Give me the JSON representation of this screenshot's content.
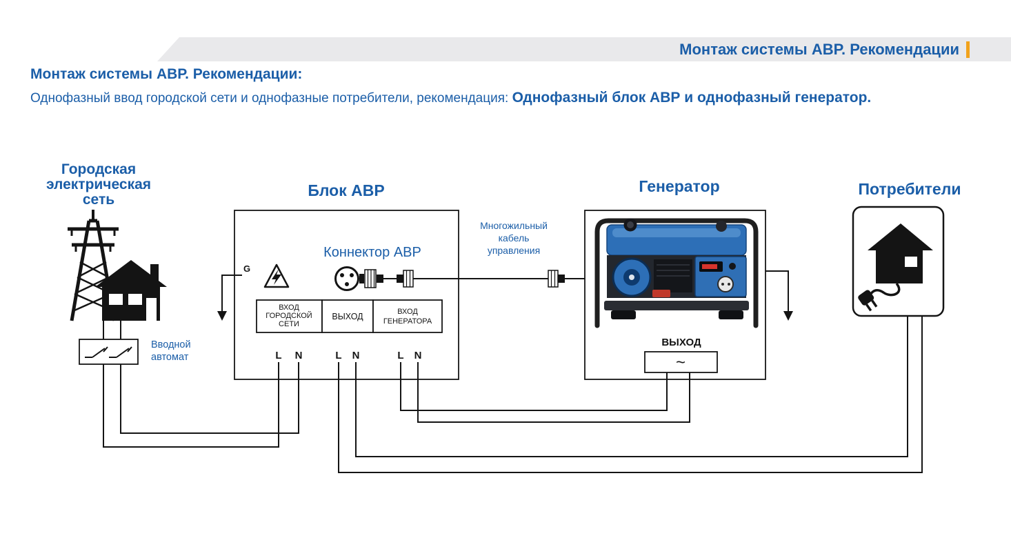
{
  "colors": {
    "brand_blue": "#1b5ea8",
    "accent_orange": "#f2a21b",
    "ribbon_gray": "#e9e9eb",
    "line_black": "#141414",
    "generator_blue": "#2d6fb7"
  },
  "header": {
    "ribbon_title": "Монтаж системы АВР. Рекомендации"
  },
  "intro": {
    "title": "Монтаж системы АВР. Рекомендации:",
    "body_regular": "Однофазный ввод городской сети и однофазные потребители, рекомендация: ",
    "body_bold": "Однофазный блок АВР и однофазный генератор."
  },
  "diagram": {
    "city_network": {
      "label_line1": "Городская",
      "label_line2": "электрическая",
      "label_line3": "сеть"
    },
    "input_breaker": {
      "label_line1": "Вводной",
      "label_line2": "автомат"
    },
    "avr_block": {
      "title": "Блок АВР",
      "connector_label": "Коннектор АВР",
      "ground_terminal": "G",
      "input_city_line1": "ВХОД",
      "input_city_line2": "ГОРОДСКОЙ",
      "input_city_line3": "СЕТИ",
      "output_label": "ВЫХОД",
      "input_gen_line1": "ВХОД",
      "input_gen_line2": "ГЕНЕРАТОРА",
      "terminal_l": "L",
      "terminal_n": "N"
    },
    "control_cable": {
      "label_line1": "Многожильный",
      "label_line2": "кабель",
      "label_line3": "управления"
    },
    "generator": {
      "title": "Генератор",
      "output_label": "ВЫХОД",
      "ac_symbol": "~"
    },
    "consumers": {
      "title": "Потребители"
    }
  }
}
